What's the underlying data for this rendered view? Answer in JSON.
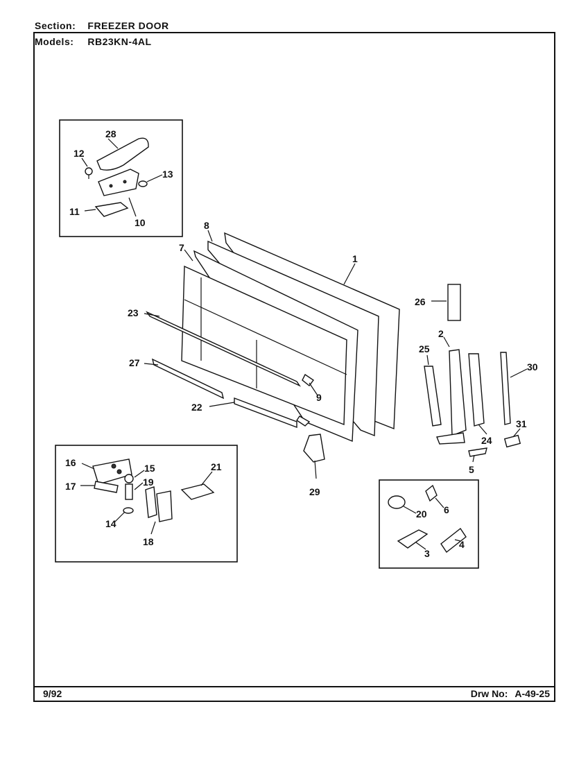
{
  "header": {
    "section_label": "Section:",
    "section_value": "FREEZER DOOR",
    "models_label": "Models:",
    "models_value": "RB23KN-4AL"
  },
  "footer": {
    "date": "9/92",
    "drawing_label": "Drw No:",
    "drawing_number": "A-49-25"
  },
  "callouts": [
    "1",
    "2",
    "3",
    "4",
    "5",
    "6",
    "7",
    "8",
    "9",
    "10",
    "11",
    "12",
    "13",
    "14",
    "15",
    "16",
    "17",
    "18",
    "19",
    "20",
    "21",
    "22",
    "23",
    "24",
    "25",
    "26",
    "27",
    "28",
    "29",
    "30",
    "31"
  ]
}
